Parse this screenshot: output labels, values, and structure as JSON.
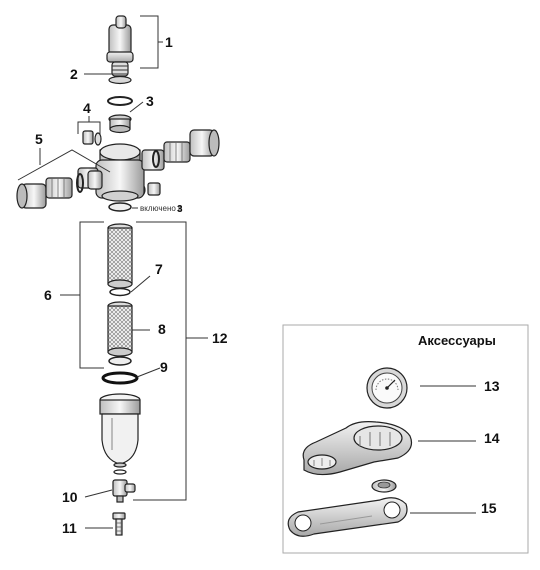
{
  "callouts": {
    "n1": "1",
    "n2": "2",
    "n3": "3",
    "n4": "4",
    "n5": "5",
    "n6": "6",
    "n7": "7",
    "n8": "8",
    "n9": "9",
    "n10": "10",
    "n11": "11",
    "n12": "12",
    "n13": "13",
    "n14": "14",
    "n15": "15"
  },
  "included_note": "включено в",
  "included_ref": "3",
  "accessories": {
    "title": "Аксессуары"
  }
}
